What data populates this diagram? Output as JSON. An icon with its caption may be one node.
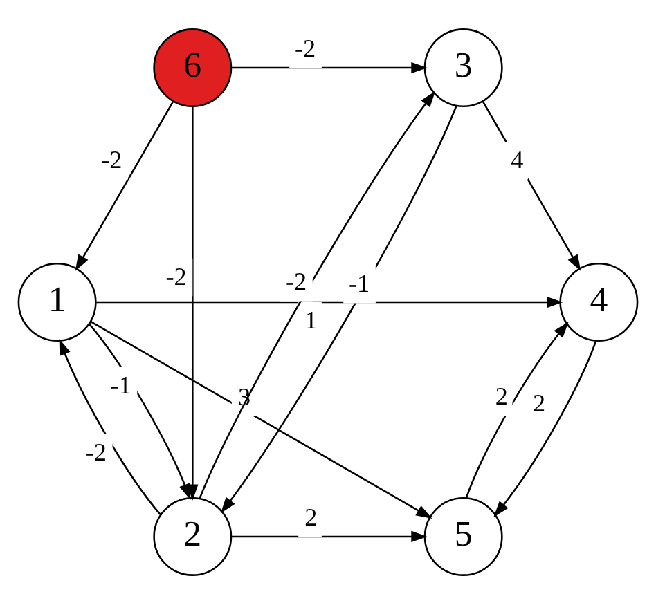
{
  "diagram": {
    "nodes": [
      {
        "text": [
          "1"
        ]
      },
      {
        "text": [
          "2"
        ]
      },
      {
        "text": [
          "3"
        ]
      },
      {
        "text": [
          "4"
        ]
      },
      {
        "text": [
          "5"
        ]
      },
      {
        "text": [
          "6"
        ]
      }
    ],
    "edges": [
      {
        "from": 0,
        "to": 1,
        "arrow": "to",
        "label": "-1"
      },
      {
        "from": 1,
        "to": 0,
        "arrow": "to",
        "label": "-2"
      },
      {
        "from": 5,
        "to": 0,
        "arrow": "to",
        "label": "-2"
      },
      {
        "from": 5,
        "to": 1,
        "arrow": "to",
        "label": "-2"
      },
      {
        "from": 1,
        "to": 2,
        "arrow": "to",
        "label": "-2"
      },
      {
        "from": 2,
        "to": 1,
        "arrow": "to",
        "label": "-1"
      },
      {
        "from": 5,
        "to": 2,
        "arrow": "to",
        "label": "-2"
      },
      {
        "from": 0,
        "to": 4,
        "arrow": "to",
        "label": "3"
      },
      {
        "from": 1,
        "to": 4,
        "arrow": "to",
        "label": "2"
      },
      {
        "from": 0,
        "to": 3,
        "arrow": "to",
        "label": "1"
      },
      {
        "from": 2,
        "to": 3,
        "arrow": "to",
        "label": "4"
      },
      {
        "from": 3,
        "to": 4,
        "arrow": "to",
        "label": "2"
      },
      {
        "from": 4,
        "to": 3,
        "arrow": "to",
        "label": "2"
      }
    ]
  }
}
